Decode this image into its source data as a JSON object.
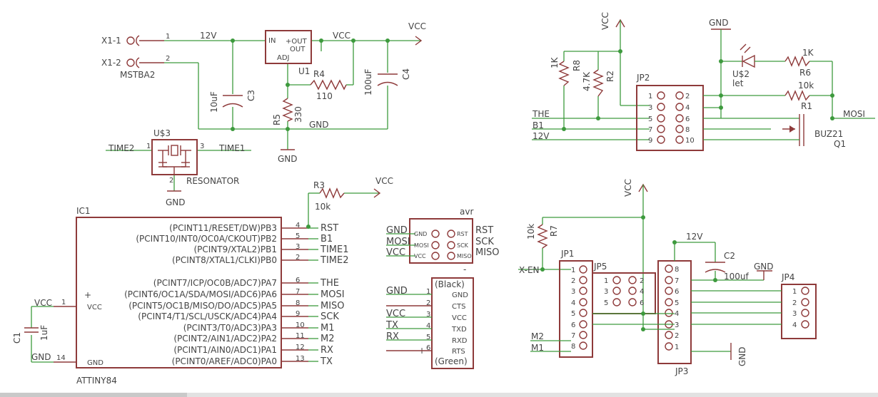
{
  "colors": {
    "wire": "#3d9a3d",
    "part": "#8e3a3a",
    "text": "#444444"
  },
  "power_section": {
    "jack": {
      "pin1": "X1-1",
      "pin2": "X1-2",
      "name": "MSTBA2",
      "n1": "1",
      "n2": "2"
    },
    "net_12v": "12V",
    "regulator": {
      "in": "IN",
      "out1": "+OUT",
      "out2": "OUT",
      "adj": "ADJ",
      "name": "U1"
    },
    "net_vcc": "VCC",
    "vcc_symbol": "VCC",
    "r4": {
      "name": "R4",
      "value": "110"
    },
    "r5": {
      "name": "R5",
      "value": "330"
    },
    "c3": {
      "name": "C3",
      "value": "10uF"
    },
    "c4": {
      "name": "C4",
      "value": "100uF"
    },
    "net_gnd": "GND",
    "gnd_symbol": "GND"
  },
  "resonator": {
    "name": "U$3",
    "title": "RESONATOR",
    "net_left": "TIME2",
    "net_right": "TIME1",
    "pin1": "1",
    "pin2": "2",
    "pin3": "3",
    "gnd": "GND"
  },
  "ic1": {
    "ref": "IC1",
    "part": "ATTINY84",
    "vcc_pin": "VCC",
    "gnd_pin": "GND",
    "plus": "+",
    "pin_vcc_num": "1",
    "pin_gnd_num": "14",
    "net_vcc": "VCC",
    "net_gnd": "GND",
    "pins": [
      {
        "label": "(PCINT11/RESET/DW)PB3",
        "num": "4",
        "net": "RST"
      },
      {
        "label": "(PCINT10/INT0/OC0A/CKOUT)PB2",
        "num": "5",
        "net": "B1"
      },
      {
        "label": "(PCINT9/XTAL2)PB1",
        "num": "3",
        "net": "TIME1"
      },
      {
        "label": "(PCINT8/XTAL1/CLKI)PB0",
        "num": "2",
        "net": "TIME2"
      },
      {
        "label": "(PCINT7/ICP/OC0B/ADC7)PA7",
        "num": "6",
        "net": "THE"
      },
      {
        "label": "(PCINT6/OC1A/SDA/MOSI/ADC6)PA6",
        "num": "7",
        "net": "MOSI"
      },
      {
        "label": "(PCINT5/OC1B/MISO/DO/ADC5)PA5",
        "num": "8",
        "net": "MISO"
      },
      {
        "label": "(PCINT4/T1/SCL/USCK/ADC4)PA4",
        "num": "9",
        "net": "SCK"
      },
      {
        "label": "(PCINT3/T0/ADC3)PA3",
        "num": "10",
        "net": "M1"
      },
      {
        "label": "(PCINT2/AIN1/ADC2)PA2",
        "num": "11",
        "net": "M2"
      },
      {
        "label": "(PCINT1/AIN0/ADC1)PA1",
        "num": "12",
        "net": "RX"
      },
      {
        "label": "(PCINT0/AREF/ADC0)PA0",
        "num": "13",
        "net": "TX"
      }
    ]
  },
  "c1": {
    "name": "C1",
    "value": "1uF"
  },
  "r3": {
    "name": "R3",
    "value": "10k",
    "net": "VCC"
  },
  "avr_header": {
    "title": "avr",
    "left_nets": [
      "GND",
      "MOSI",
      "VCC"
    ],
    "right_nets": [
      "RST",
      "SCK",
      "MISO"
    ],
    "left_pins": [
      "GND",
      "MOSI",
      "VCC"
    ],
    "right_pins": [
      "RST",
      "SCK",
      "MISO"
    ],
    "minus": "-"
  },
  "ftdi": {
    "top": "(Black)",
    "bottom": "(Green)",
    "nets": [
      "GND",
      "",
      "VCC",
      "TX",
      "RX",
      ""
    ],
    "pins": [
      {
        "num": "1",
        "label": "GND"
      },
      {
        "num": "2",
        "label": "CTS"
      },
      {
        "num": "3",
        "label": "VCC"
      },
      {
        "num": "4",
        "label": "TXD"
      },
      {
        "num": "5",
        "label": "RXD"
      },
      {
        "num": "6",
        "label": "RTS"
      }
    ],
    "plus": "+"
  },
  "jp2_section": {
    "vcc_symbol": "VCC",
    "gnd_symbol": "GND",
    "r8": {
      "name": "R8",
      "value": "1K"
    },
    "r2": {
      "name": "R2",
      "value": "4.7K"
    },
    "jp2": {
      "name": "JP2",
      "pins_left": [
        "1",
        "3",
        "5",
        "7",
        "9"
      ],
      "pins_right": [
        "2",
        "4",
        "6",
        "8",
        "10"
      ]
    },
    "nets_left": [
      "THE",
      "B1",
      "12V"
    ],
    "led": {
      "name": "U$2",
      "value": "let"
    },
    "r6": {
      "name": "R6",
      "value": "1K"
    },
    "r1": {
      "name": "R1",
      "value": "10k"
    },
    "q1": {
      "name": "Q1",
      "value": "BUZ21"
    },
    "net_mosi": "MOSI"
  },
  "jp_section": {
    "vcc_symbol": "VCC",
    "r7": {
      "name": "R7",
      "value": "10k"
    },
    "net_xen": "X-EN",
    "jp1": {
      "name": "JP1",
      "pins": [
        "1",
        "2",
        "3",
        "4",
        "5",
        "6",
        "7",
        "8"
      ]
    },
    "jp5": {
      "name": "JP5",
      "pins_left": [
        "1",
        "3",
        "5"
      ],
      "pins_right": [
        "2",
        "4",
        "6"
      ]
    },
    "jp3": {
      "name": "JP3",
      "pins": [
        "8",
        "7",
        "6",
        "5",
        "4",
        "3",
        "2",
        "1"
      ]
    },
    "jp4": {
      "name": "JP4",
      "pins": [
        "1",
        "2",
        "3",
        "4"
      ]
    },
    "net_12v": "12V",
    "c2": {
      "name": "C2",
      "value": "100uf"
    },
    "gnd1": "GND",
    "gnd2": "GND",
    "net_m2": "M2",
    "net_m1": "M1"
  }
}
